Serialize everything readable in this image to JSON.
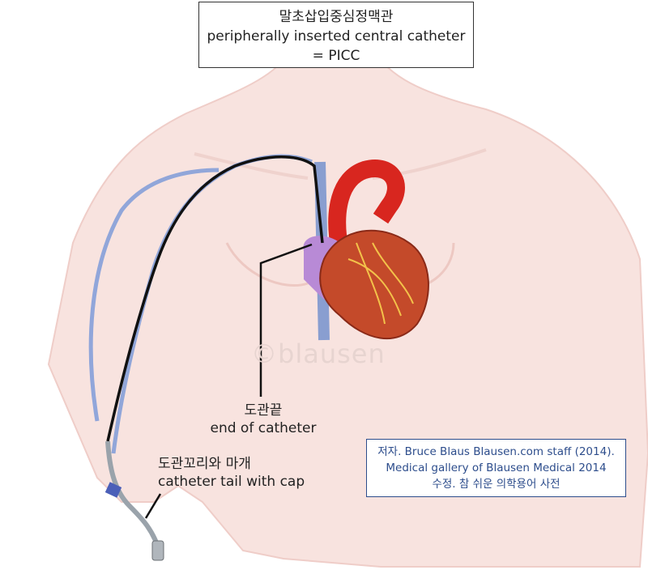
{
  "title": {
    "korean": "말초삽입중심정맥관",
    "english": "peripherally inserted central catheter",
    "abbrev": "= PICC"
  },
  "labels": {
    "catheter_tip_korean": "도관끝",
    "catheter_tip_english": "end of catheter",
    "catheter_tail_korean": "도관꼬리와 마개",
    "catheter_tail_english": "catheter tail with cap"
  },
  "watermark": "©blausen",
  "credit": {
    "line1": "저자. Bruce Blaus Blausen.com staff (2014).",
    "line2": "Medical gallery of Blausen Medical 2014",
    "line3": "수정. 참 쉬운 의학용어 사전"
  },
  "colors": {
    "skin": "#f7e0dc",
    "skin_edge": "#eec9c4",
    "vein": "#4a78c8",
    "heart_red": "#d8261f",
    "atrium_purple": "#b88ad6",
    "catheter": "#111111",
    "credit_text": "#2d4d8c"
  }
}
